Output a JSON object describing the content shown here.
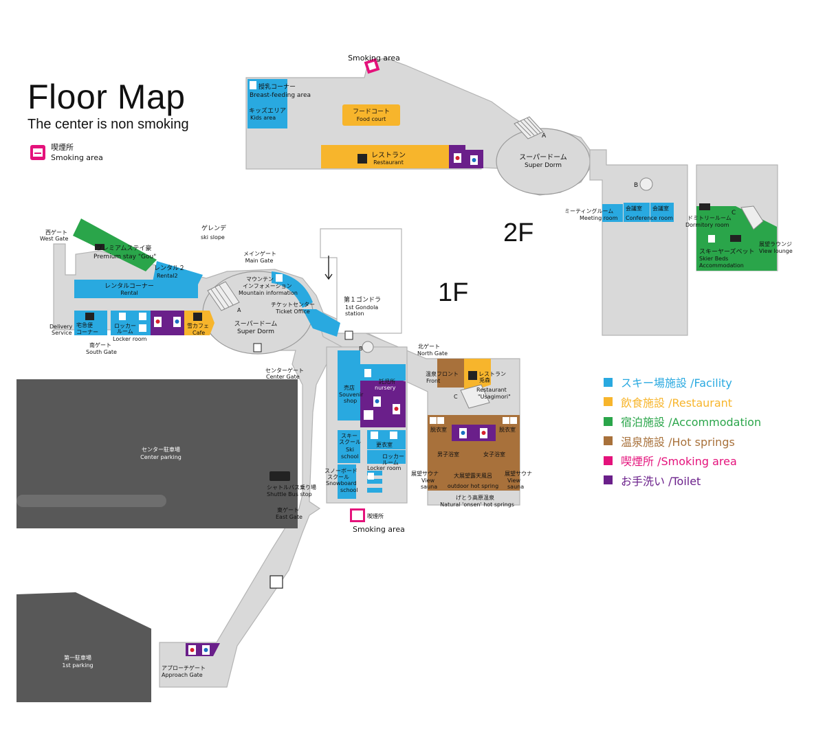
{
  "title": "Floor Map",
  "subtitle": "The center is non smoking",
  "smoking_legend": {
    "jp": "喫煙所",
    "en": "Smoking area"
  },
  "floors": {
    "second": "2F",
    "first": "1F"
  },
  "colors": {
    "facility": "#29a9e0",
    "restaurant": "#f7b52c",
    "accommodation": "#2aa54a",
    "hot_springs": "#a8713b",
    "smoking": "#e4127b",
    "toilet": "#6a1f8a",
    "hall": "#d9d9d9",
    "parking": "#585858"
  },
  "legend": [
    {
      "label": "スキー場施設 /Facility",
      "color": "#29a9e0"
    },
    {
      "label": "飲食施設 /Restaurant",
      "color": "#f7b52c"
    },
    {
      "label": "宿泊施設 /Accommodation",
      "color": "#2aa54a"
    },
    {
      "label": "温泉施設 /Hot springs",
      "color": "#a8713b"
    },
    {
      "label": "喫煙所 /Smoking area",
      "color": "#e4127b"
    },
    {
      "label": "お手洗い /Toilet",
      "color": "#6a1f8a"
    }
  ],
  "labels2f": {
    "smoking": "Smoking area",
    "nursing_jp": "授乳コーナー",
    "nursing_en": "Breast-feeding area",
    "kids_jp": "キッズエリア",
    "kids_en": "Kids area",
    "food_jp": "フードコート",
    "food_en": "Food court",
    "rest_jp": "レストラン",
    "rest_en": "Restaurant",
    "dorm_jp": "スーパードーム",
    "dorm_en": "Super Dorm",
    "a": "A",
    "b": "B",
    "c": "C",
    "meet_jp": "ミーティングルーム",
    "meet_en": "Meeting room",
    "conf_jp1": "会議室",
    "conf_jp2": "会議室",
    "conf_en": "Conference room",
    "dormitory_jp": "ドミトリールーム",
    "dormitory_en": "Dormitory room",
    "skier_jp": "スキーヤーズベット",
    "skier_en1": "Skier Beds",
    "skier_en2": "Accommodation",
    "view_jp": "展望ラウンジ",
    "view_en": "View lounge"
  },
  "labels1f": {
    "west_jp": "西ゲート",
    "west_en": "West Gate",
    "premium_jp": "プレミアムステイ豪",
    "premium_en": "Premium stay \"Gou\"",
    "slope_jp": "ゲレンデ",
    "slope_en": "ski slope",
    "rental2_jp": "レンタル２",
    "rental2_en": "Rental2",
    "rental_jp": "レンタルコーナー",
    "rental_en": "Rental",
    "maingate_jp": "メインゲート",
    "maingate_en": "Main Gate",
    "mtn_jp1": "マウンテン",
    "mtn_jp2": "インフォメーション",
    "mtn_en": "Mountain information",
    "ticket_jp": "チケットセンター",
    "ticket_en": "Ticket Office",
    "dorm_jp": "スーパードーム",
    "dorm_en": "Super Dorm",
    "a": "A",
    "b": "B",
    "c": "C",
    "delivery_en1": "Delivery",
    "delivery_en2": "Service",
    "takkyu_jp1": "宅急便",
    "takkyu_jp2": "コーナー",
    "locker_jp1": "ロッカー",
    "locker_jp2": "ルーム",
    "locker_en": "Locker room",
    "cafe_jp": "雪カフェ",
    "cafe_en": "Cafe",
    "south_jp": "南ゲート",
    "south_en": "South Gate",
    "gondola_jp": "第１ゴンドラ",
    "gondola_en1": "1st Gondola",
    "gondola_en2": "station",
    "center_gate_jp": "センターゲート",
    "center_gate_en": "Center Gate",
    "north_jp": "北ゲート",
    "north_en": "North Gate",
    "shop_jp": "売店",
    "shop_en1": "Souvenir",
    "shop_en2": "shop",
    "nursery_jp": "託児所",
    "nursery_en": "nursery",
    "onsen_front_jp": "温泉フロント",
    "onsen_front_en": "Front",
    "usagi_jp1": "レストラン",
    "usagi_jp2": "兎森",
    "usagi_en1": "Restaurant",
    "usagi_en2": "\"Usagimori\"",
    "school_jp1": "スキー",
    "school_jp2": "スクール",
    "school_en1": "Ski",
    "school_en2": "school",
    "change_jp": "更衣室",
    "locker2_jp1": "ロッカー",
    "locker2_jp2": "ルーム",
    "locker2_en": "Locker room",
    "snow_jp1": "スノーボード",
    "snow_jp2": "スクール",
    "snow_en1": "Snowboard",
    "snow_en2": "school",
    "datsui_jp1": "脱衣室",
    "datsui_jp2": "脱衣室",
    "men_bath": "男子浴室",
    "women_bath": "女子浴室",
    "sauna_jp1": "展望サウナ",
    "sauna_en1a": "View",
    "sauna_en1b": "sauna",
    "sauna_jp2": "展望サウナ",
    "sauna_en2a": "View",
    "sauna_en2b": "sauna",
    "outdoor_jp": "大展望露天風呂",
    "outdoor_en": "outdoor hot spring",
    "onsen_jp": "げとう高原温泉",
    "onsen_en": "Natural 'onsen' hot springs",
    "center_park_jp": "センター駐車場",
    "center_park_en": "Center parking",
    "shuttle_jp": "シャトルバス乗り場",
    "shuttle_en": "Shuttle Bus stop",
    "east_jp": "東ゲート",
    "east_en": "East Gate",
    "smoking_jp": "喫煙所",
    "smoking_en": "Smoking area",
    "first_park_jp": "第一駐車場",
    "first_park_en": "1st parking",
    "approach_jp": "アプローチゲート",
    "approach_en": "Approach Gate"
  }
}
